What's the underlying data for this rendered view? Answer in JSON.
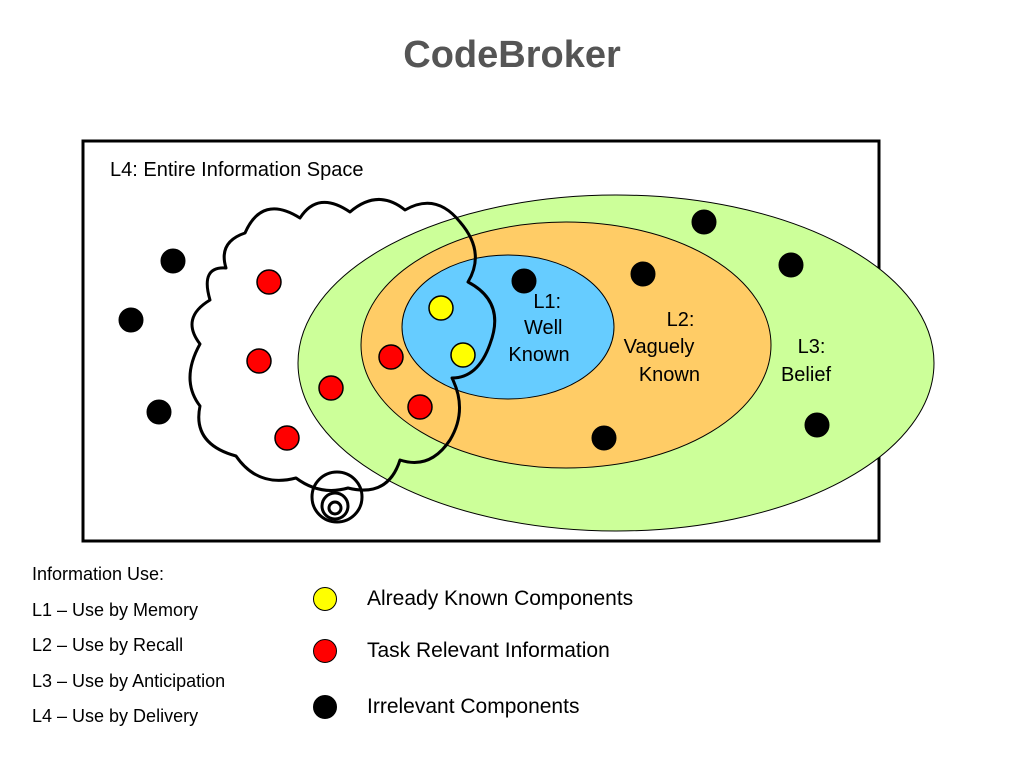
{
  "title": "CodeBroker",
  "diagram": {
    "frame_label": "L4: Entire Information Space",
    "regions": [
      {
        "id": "l1",
        "lines": [
          "L1:",
          "Well",
          "Known"
        ],
        "color": "#66ccff"
      },
      {
        "id": "l2",
        "lines": [
          "L2:",
          "Vaguely",
          "Known"
        ],
        "color": "#ffcc66"
      },
      {
        "id": "l3",
        "lines": [
          "L3:",
          "Belief"
        ],
        "color": "#ccff99"
      }
    ],
    "dot_colors": {
      "known": "#ffff00",
      "relevant": "#ff0000",
      "irrelevant": "#000000"
    }
  },
  "info": {
    "heading": "Information Use:",
    "items": [
      "L1 – Use by Memory",
      "L2 – Use by Recall",
      "L3 – Use by Anticipation",
      "L4 – Use by Delivery"
    ]
  },
  "legend": {
    "items": [
      {
        "label": "Already Known Components",
        "color": "#ffff00"
      },
      {
        "label": "Task Relevant Information",
        "color": "#ff0000"
      },
      {
        "label": "Irrelevant Components",
        "color": "#000000"
      }
    ]
  }
}
